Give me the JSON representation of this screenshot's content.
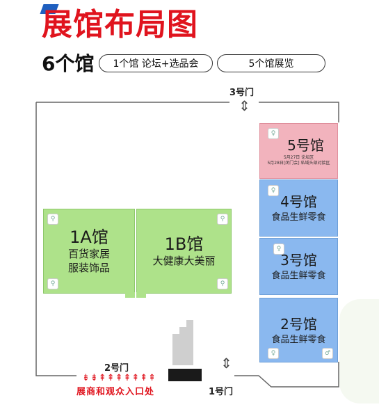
{
  "title": "展馆布局图",
  "hall_count": "6个馆",
  "pills": {
    "left": "1个馆 论坛+选品会",
    "right": "5个馆展览"
  },
  "gates": {
    "gate3": "3号门",
    "gate2": "2号门",
    "gate1": "1号门"
  },
  "entrance_label": "展商和观众入口处",
  "halls": {
    "h1a": {
      "name": "1A馆",
      "line1": "百货家居",
      "line2": "服装饰品"
    },
    "h1b": {
      "name": "1B馆",
      "line1": "大健康大美丽"
    },
    "h5": {
      "name": "5号馆",
      "note1": "5月27日 论坛区",
      "note2": "5月28日[闭门会] 私域头部对接区"
    },
    "h4": {
      "name": "4号馆",
      "desc": "食品生鲜零食"
    },
    "h3": {
      "name": "3号馆",
      "desc": "食品生鲜零食"
    },
    "h2": {
      "name": "2号馆",
      "desc": "食品生鲜零食"
    }
  },
  "colors": {
    "title_red": "#e0141e",
    "green": "#aee28a",
    "blue": "#8ab8ef",
    "pink": "#f2b3bd"
  }
}
